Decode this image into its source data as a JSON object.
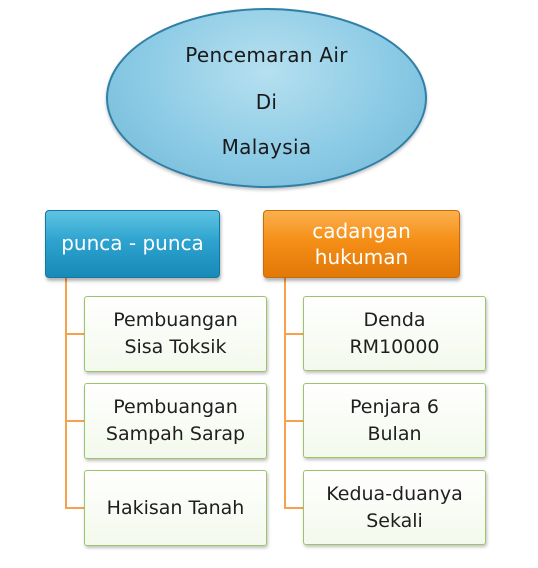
{
  "title": {
    "line1": "Pencemaran Air",
    "line2": "Di",
    "line3": "Malaysia"
  },
  "branches": [
    {
      "label_lines": [
        "punca - punca"
      ],
      "children": [
        {
          "lines": [
            "Pembuangan",
            "Sisa Toksik"
          ]
        },
        {
          "lines": [
            "Pembuangan",
            "Sampah Sarap"
          ]
        },
        {
          "lines": [
            "Hakisan Tanah"
          ]
        }
      ]
    },
    {
      "label_lines": [
        "cadangan",
        "hukuman"
      ],
      "children": [
        {
          "lines": [
            "Denda",
            "RM10000"
          ]
        },
        {
          "lines": [
            "Penjara 6",
            "Bulan"
          ]
        },
        {
          "lines": [
            "Kedua-duanya",
            "Sekali"
          ]
        }
      ]
    }
  ],
  "colors": {
    "title_fill": "#8ccbe5",
    "left_header": "#2ea3cf",
    "right_header": "#f58f17",
    "child_border": "#9cc56b",
    "connector": "#f7a14a"
  }
}
